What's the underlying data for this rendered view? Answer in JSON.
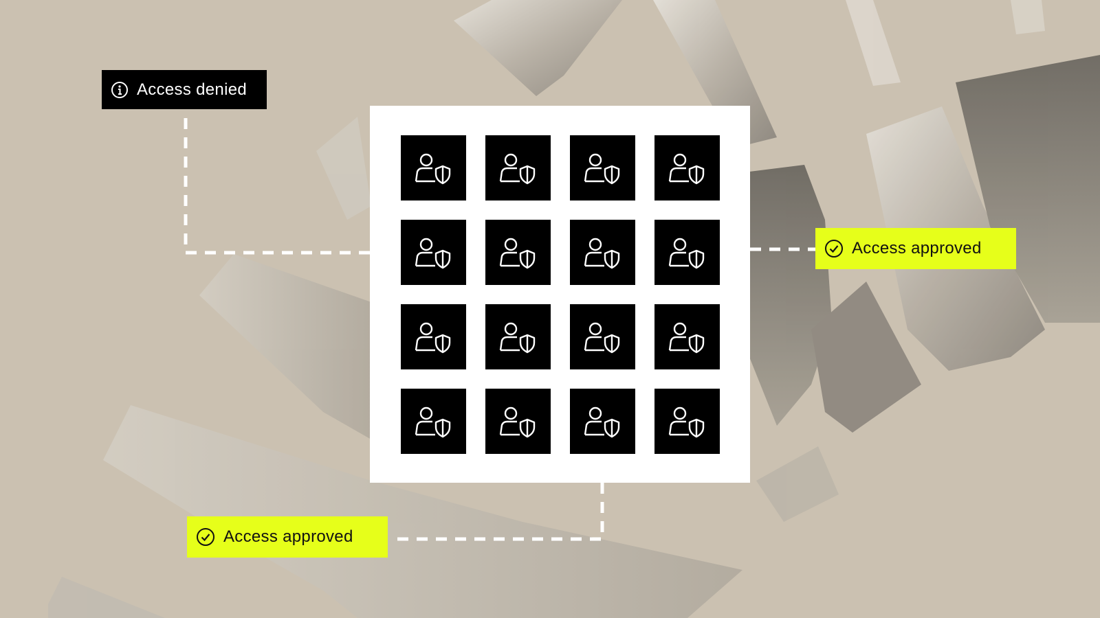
{
  "labels": {
    "denied": "Access denied",
    "approved_right": "Access approved",
    "approved_bottom": "Access approved"
  },
  "icons": {
    "tile": "user-shield-icon",
    "denied": "info-icon",
    "approved": "check-circle-icon"
  },
  "grid": {
    "rows": 4,
    "cols": 4
  },
  "colors": {
    "background": "#cbc1b1",
    "panel": "#ffffff",
    "tile": "#000000",
    "approved": "#e6ff1a",
    "denied": "#000000"
  }
}
